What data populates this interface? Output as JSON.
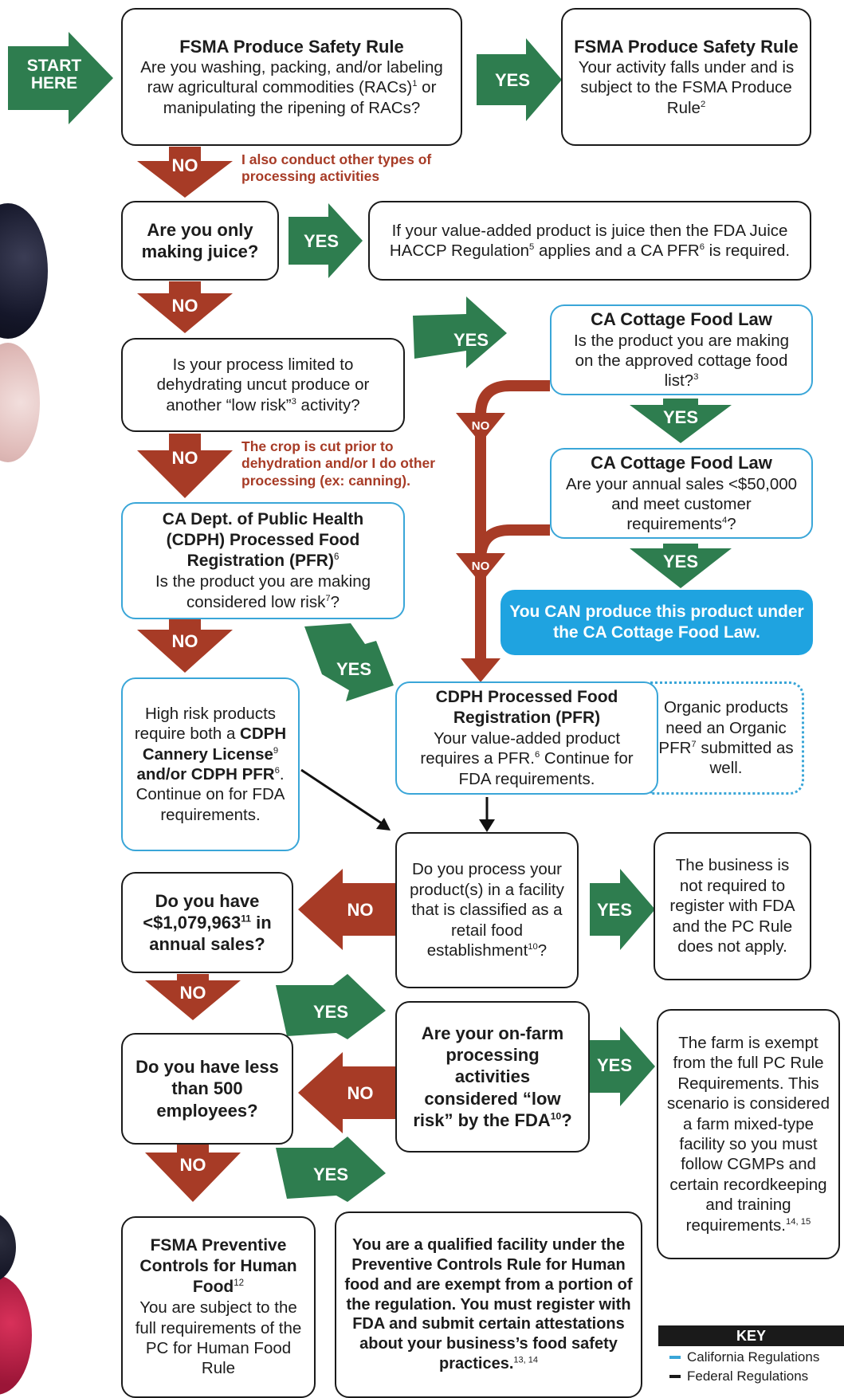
{
  "colors": {
    "green": "#2e7d4f",
    "red": "#a73b26",
    "blue": "#3aa6d8",
    "cta_blue": "#1fa3e0",
    "black": "#1a1a1a"
  },
  "start": {
    "line1": "START",
    "line2": "HERE"
  },
  "labels": {
    "yes": "YES",
    "no": "NO"
  },
  "q1": {
    "title": "FSMA Produce Safety Rule",
    "text_a": "Are you washing, packing, and/or labeling raw agricultural commodities (RACs)",
    "sup": "1",
    "text_b": " or manipulating the ripening of RACs?"
  },
  "r1": {
    "title": "FSMA Produce Safety Rule",
    "text": "Your activity falls under and is subject to the FSMA Produce Rule",
    "sup": "2"
  },
  "note1": "I also conduct other types of processing activities",
  "q2": {
    "text": "Are you only making juice?"
  },
  "r2": {
    "text_a": "If your value-added product is juice then the FDA Juice HACCP Regulation",
    "sup_a": "5",
    "text_b": " applies and a CA PFR",
    "sup_b": "6",
    "text_c": " is required."
  },
  "q3": {
    "text_a": "Is your process limited to dehydrating uncut produce or another “low risk”",
    "sup": "3",
    "text_b": " activity?"
  },
  "note2": "The crop is cut prior to dehydration and/or I do other processing (ex: canning).",
  "cottage1": {
    "title": "CA Cottage Food Law",
    "text": "Is the product you are making on the approved cottage food list?",
    "sup": "3"
  },
  "cottage2": {
    "title": "CA Cottage Food Law",
    "text_a": "Are your annual sales <$50,000 and meet customer requirements",
    "sup": "4",
    "text_b": "?"
  },
  "cta": {
    "text": "You CAN produce this product under the CA Cottage Food Law."
  },
  "cdph": {
    "title": "CA Dept. of Public Health (CDPH) Processed Food Registration (PFR)",
    "sup": "6",
    "text_a": "Is the product you are making considered low risk",
    "sup2": "7",
    "text_b": "?"
  },
  "pfr": {
    "title": "CDPH Processed Food Registration (PFR)",
    "text_a": "Your value-added product requires a PFR.",
    "sup": "6",
    "text_b": " Continue for FDA requirements."
  },
  "organic": {
    "text_a": "Organic products need an Organic PFR",
    "sup": "7",
    "text_b": " submitted as well."
  },
  "highrisk": {
    "text_a": "High risk products require both a ",
    "bold_a": "CDPH Cannery License",
    "sup_a": "9",
    "bold_b": " and/or CDPH PFR",
    "sup_b": "6",
    "text_b": ". Continue on for FDA requirements."
  },
  "retail": {
    "text_a": "Do you process your product(s) in a facility that is classified as a retail food establishment",
    "sup": "10",
    "text_b": "?"
  },
  "notreq": {
    "text": "The business is not required to register with FDA and the PC Rule does not apply."
  },
  "sales": {
    "text_a": "Do you have <$1,079,963",
    "sup": "11",
    "text_b": " in annual sales?"
  },
  "lowrisk": {
    "text_a": "Are your on-farm processing activities considered “low risk” by the FDA",
    "sup": "10",
    "text_b": "?"
  },
  "exempt": {
    "text": "The farm is exempt from the full PC Rule Requirements. This scenario is considered a farm mixed-type facility so you must follow CGMPs and certain recordkeeping and training requirements.",
    "sup": "14, 15"
  },
  "employees": {
    "text": "Do you have less than 500 employees?"
  },
  "preventive": {
    "title": "FSMA Preventive Controls for Human Food",
    "sup": "12",
    "text": "You are subject to the full requirements of the PC for Human Food Rule"
  },
  "qualified": {
    "text": "You are a qualified facility under the Preventive Controls Rule for Human food and are exempt from a portion of the regulation. You must register with FDA and submit certain attestations about your business’s food safety practices.",
    "sup": "13, 14"
  },
  "key": {
    "title": "KEY",
    "ca": "California Regulations",
    "fed": "Federal Regulations"
  }
}
